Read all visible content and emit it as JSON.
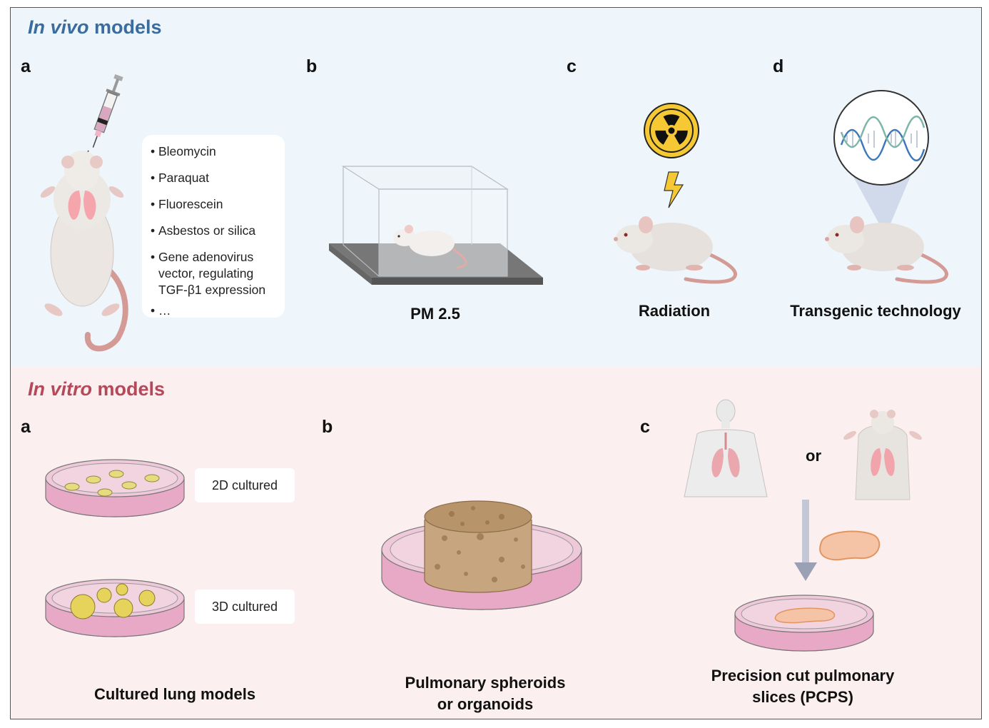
{
  "in_vivo": {
    "title_italic": "In vivo",
    "title_rest": " models",
    "colors": {
      "title": "#3a6c9e",
      "panel_bg": "#eef6fb"
    },
    "panels": {
      "a": {
        "letter": "a",
        "agents": [
          "Bleomycin",
          "Paraquat",
          "Fluorescein",
          "Asbestos or silica",
          "Gene adenovirus vector, regulating TGF-β1 expression",
          "…"
        ]
      },
      "b": {
        "letter": "b",
        "caption": "PM 2.5"
      },
      "c": {
        "letter": "c",
        "caption": "Radiation",
        "icon": "radiation-hazard-icon"
      },
      "d": {
        "letter": "d",
        "caption": "Transgenic technology",
        "icon": "dna-helix-icon"
      }
    }
  },
  "in_vitro": {
    "title_italic": "In vitro",
    "title_rest": " models",
    "colors": {
      "title": "#b5485a",
      "panel_bg": "#fcefef"
    },
    "panels": {
      "a": {
        "letter": "a",
        "tag_2d": "2D cultured",
        "tag_3d": "3D cultured",
        "caption": "Cultured lung models"
      },
      "b": {
        "letter": "b",
        "caption_line1": "Pulmonary spheroids",
        "caption_line2": "or organoids"
      },
      "c": {
        "letter": "c",
        "or_label": "or",
        "caption_line1": "Precision cut pulmonary",
        "caption_line2": "slices (PCPS)"
      }
    }
  }
}
